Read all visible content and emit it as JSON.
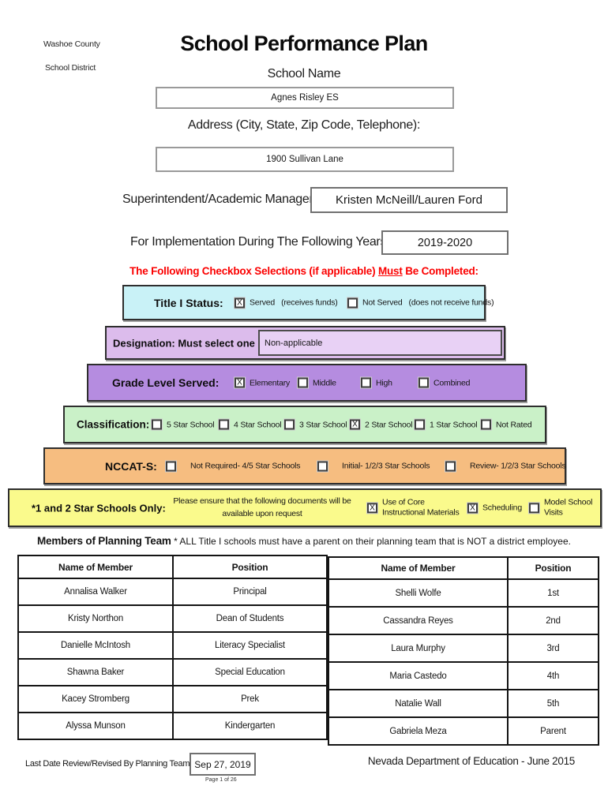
{
  "header": {
    "org_line1": "Washoe County",
    "org_line2": "School District",
    "title": "School Performance Plan",
    "school_name_label": "School Name",
    "school_name_value": "Agnes Risley ES",
    "address_label": "Address (City, State, Zip Code, Telephone):",
    "address_value": "1900 Sullivan Lane",
    "superintendent_label": "Superintendent/Academic Manager:",
    "superintendent_value": "Kristen McNeill/Lauren Ford",
    "implementation_label": "For Implementation During The Following Years:",
    "implementation_value": "2019-2020"
  },
  "notice": {
    "prefix": "The Following Checkbox Selections (if applicable) ",
    "underlined": "Must",
    "suffix": " Be Completed:",
    "color": "#fb0000"
  },
  "sections": {
    "title1": {
      "bg": "#c9f2f7",
      "label": "Title I Status:",
      "options": [
        {
          "mark": "X",
          "label": "Served",
          "sub": "(receives funds)"
        },
        {
          "mark": "",
          "label": "Not Served",
          "sub": "(does not receive funds)"
        }
      ]
    },
    "designation": {
      "bg": "#dcbcec",
      "field_bg": "#e8d1f5",
      "label": "Designation: Must select one",
      "value": "Non-applicable"
    },
    "grade": {
      "bg": "#b58ce0",
      "label": "Grade Level Served:",
      "options": [
        {
          "mark": "X",
          "label": "Elementary"
        },
        {
          "mark": "",
          "label": "Middle"
        },
        {
          "mark": "",
          "label": "High"
        },
        {
          "mark": "",
          "label": "Combined"
        }
      ]
    },
    "classification": {
      "bg": "#caf1c8",
      "label": "Classification:",
      "options": [
        {
          "mark": "",
          "label": "5 Star School"
        },
        {
          "mark": "",
          "label": "4 Star School"
        },
        {
          "mark": "",
          "label": "3 Star School"
        },
        {
          "mark": "X",
          "label": "2 Star School"
        },
        {
          "mark": "",
          "label": "1 Star School"
        },
        {
          "mark": "",
          "label": "Not Rated"
        }
      ]
    },
    "nccats": {
      "bg": "#f6bd80",
      "label": "NCCAT-S:",
      "options": [
        {
          "mark": "",
          "label": "Not Required- 4/5 Star Schools"
        },
        {
          "mark": "",
          "label": "Initial- 1/2/3 Star Schools"
        },
        {
          "mark": "",
          "label": "Review- 1/2/3 Star Schools"
        }
      ]
    },
    "star12": {
      "bg": "#fafa8c",
      "label": "*1 and 2 Star Schools Only:",
      "note_line1": "Please ensure that the following documents will be",
      "note_line2": "available upon request",
      "options": [
        {
          "mark": "X",
          "label": "Use of Core Instructional Materials"
        },
        {
          "mark": "X",
          "label": "Scheduling"
        },
        {
          "mark": "",
          "label": "Model School Visits"
        }
      ]
    }
  },
  "members": {
    "heading": "Members of Planning Team",
    "note": "*  ALL Title I schools must have a parent on their planning team that is NOT a district employee."
  },
  "tables": {
    "left": {
      "headers": [
        "Name of Member",
        "Position"
      ],
      "rows": [
        [
          "Annalisa Walker",
          "Principal"
        ],
        [
          "Kristy Northon",
          "Dean of Students"
        ],
        [
          "Danielle McIntosh",
          "Literacy Specialist"
        ],
        [
          "Shawna Baker",
          "Special Education"
        ],
        [
          "Kacey Stromberg",
          "Prek"
        ],
        [
          "Alyssa Munson",
          "Kindergarten"
        ]
      ]
    },
    "right": {
      "headers": [
        "Name of Member",
        "Position"
      ],
      "rows": [
        [
          "Shelli Wolfe",
          "1st"
        ],
        [
          "Cassandra Reyes",
          "2nd"
        ],
        [
          "Laura Murphy",
          "3rd"
        ],
        [
          "Maria Castedo",
          "4th"
        ],
        [
          "Natalie Wall",
          "5th"
        ],
        [
          "Gabriela Meza",
          "Parent"
        ]
      ]
    }
  },
  "footer": {
    "last_review_label": "Last Date Review/Revised By Planning Team:",
    "last_review_value": "Sep 27, 2019",
    "page_indicator": "Page 1 of 26",
    "credit": "Nevada Department of Education - June 2015"
  }
}
